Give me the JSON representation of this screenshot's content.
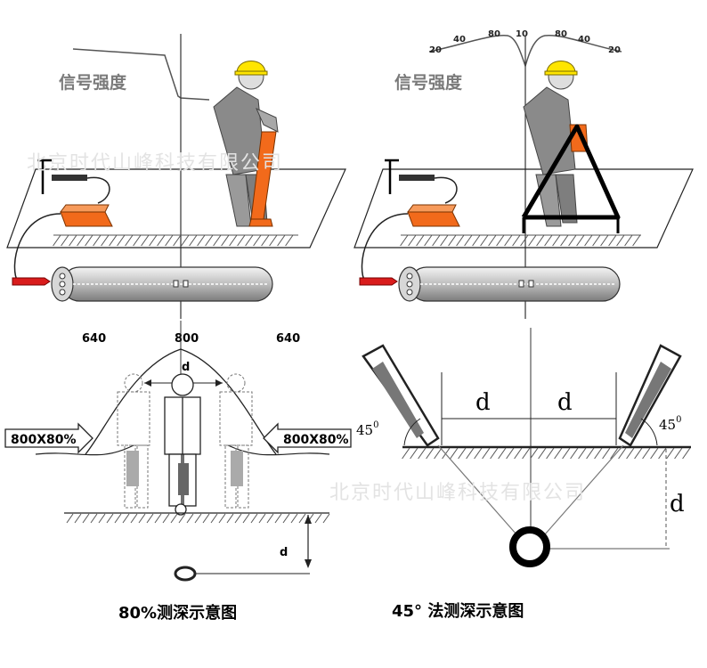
{
  "panel_tl": {
    "signal_label": "信号强度"
  },
  "panel_tr": {
    "signal_label": "信号强度",
    "scale_ticks": [
      "20",
      "40",
      "80",
      "10",
      "80",
      "40",
      "20"
    ]
  },
  "panel_bl": {
    "values": [
      "640",
      "800",
      "640"
    ],
    "d_top": "d",
    "box_left": "800X80%",
    "box_right": "800X80%",
    "d_depth": "d",
    "caption": "80%测深示意图"
  },
  "panel_br": {
    "deg_left": "45",
    "deg_right": "45",
    "d_left": "d",
    "d_right": "d",
    "d_depth": "d",
    "caption": "45°  法测深示意图"
  },
  "watermark": "北京时代山峰科技有限公司",
  "colors": {
    "orange": "#f26a1b",
    "pipe": "#c8c8c8",
    "figure_gray": "#8a8a8a",
    "helmet": "#ffe500"
  }
}
